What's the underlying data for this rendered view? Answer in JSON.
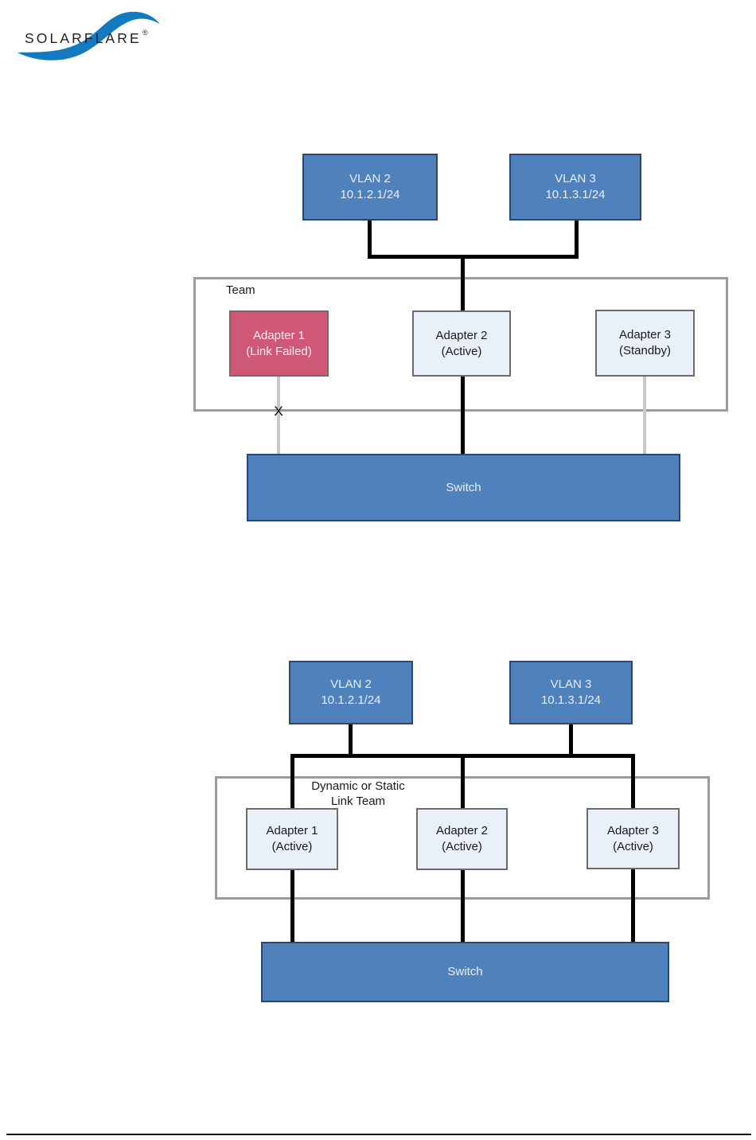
{
  "page": {
    "logo": {
      "brand": "SOLARFLARE",
      "registered": "®"
    }
  },
  "colors": {
    "node_blue": "#4f81bd",
    "node_pink": "#cf5878",
    "adapter_fill": "#eaf0f9",
    "team_border_gray": "#9b9b9b",
    "failed_link_gray": "#c8c8c8",
    "logo_blue": "#127abf"
  },
  "failover_diagram": {
    "vlan2": {
      "name": "VLAN 2",
      "subnet": "10.1.2.1/24"
    },
    "vlan3": {
      "name": "VLAN 3",
      "subnet": "10.1.3.1/24"
    },
    "team_label": "Team",
    "adapters": {
      "adapter1": {
        "name": "Adapter 1",
        "state": "(Link Failed)"
      },
      "adapter2": {
        "name": "Adapter 2",
        "state": "(Active)"
      },
      "adapter3": {
        "name": "Adapter 3",
        "state": "(Standby)"
      }
    },
    "link_failed_mark": "X",
    "switch_label": "Switch"
  },
  "aggregation_diagram": {
    "vlan2": {
      "name": "VLAN 2",
      "subnet": "10.1.2.1/24"
    },
    "vlan3": {
      "name": "VLAN 3",
      "subnet": "10.1.3.1/24"
    },
    "team_label_line1": "Dynamic or Static",
    "team_label_line2": "Link Team",
    "adapters": {
      "adapter1": {
        "name": "Adapter 1",
        "state": "(Active)"
      },
      "adapter2": {
        "name": "Adapter 2",
        "state": "(Active)"
      },
      "adapter3": {
        "name": "Adapter 3",
        "state": "(Active)"
      }
    },
    "switch_label": "Switch"
  }
}
